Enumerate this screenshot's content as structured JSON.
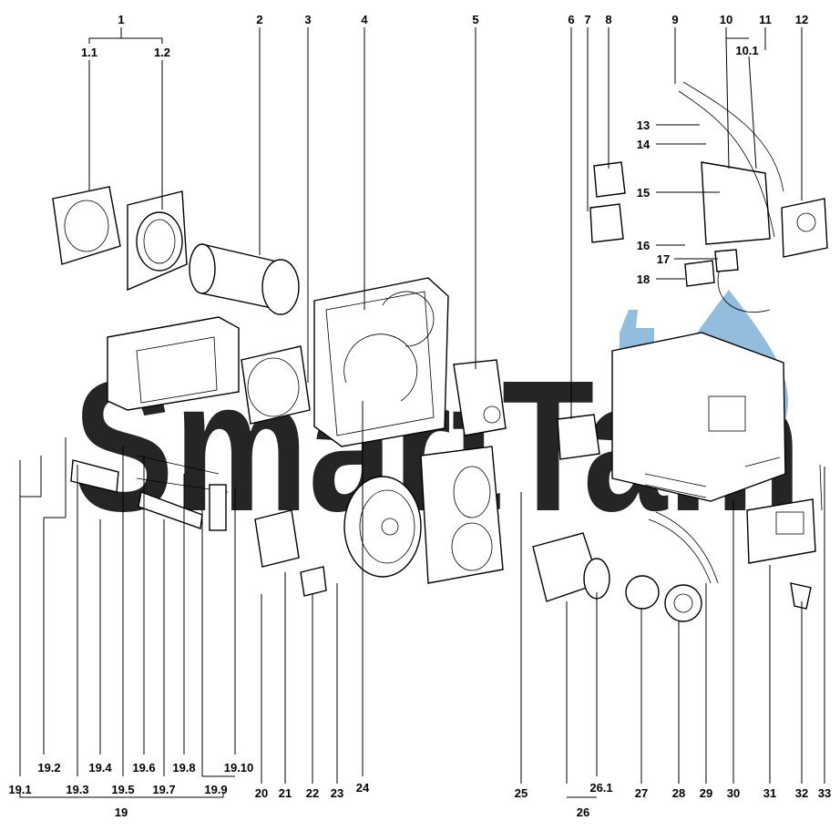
{
  "watermark": {
    "text": "SmartTam",
    "color": "#7fb2d6"
  },
  "labels": {
    "l1": "1",
    "l1_1": "1.1",
    "l1_2": "1.2",
    "l2": "2",
    "l3": "3",
    "l4": "4",
    "l5": "5",
    "l6": "6",
    "l7": "7",
    "l8": "8",
    "l9": "9",
    "l10": "10",
    "l10_1": "10.1",
    "l11": "11",
    "l12": "12",
    "l13": "13",
    "l14": "14",
    "l15": "15",
    "l16": "16",
    "l17": "17",
    "l18": "18",
    "l19": "19",
    "l19_1": "19.1",
    "l19_2": "19.2",
    "l19_3": "19.3",
    "l19_4": "19.4",
    "l19_5": "19.5",
    "l19_6": "19.6",
    "l19_7": "19.7",
    "l19_8": "19.8",
    "l19_9": "19.9",
    "l19_10": "19.10",
    "l20": "20",
    "l21": "21",
    "l22": "22",
    "l23": "23",
    "l24": "24",
    "l25": "25",
    "l26": "26",
    "l26_1": "26.1",
    "l27": "27",
    "l28": "28",
    "l29": "29",
    "l30": "30",
    "l31": "31",
    "l32": "32",
    "l33": "33"
  }
}
